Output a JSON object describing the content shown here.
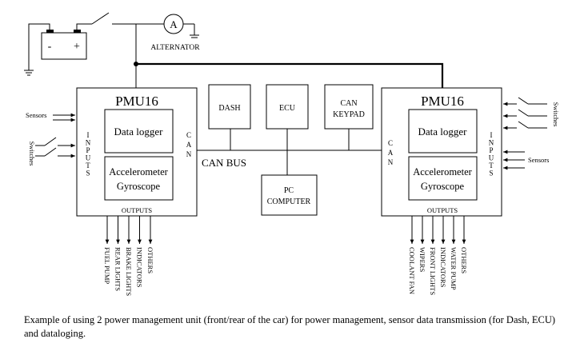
{
  "battery": {
    "minus": "-",
    "plus": "+"
  },
  "ammeter": {
    "symbol": "A"
  },
  "alternator_label": "ALTERNATOR",
  "pmu_left": {
    "title": "PMU16",
    "data_logger": "Data logger",
    "accel_line1": "Accelerometer",
    "accel_line2": "Gyroscope",
    "inputs_letters": [
      "I",
      "N",
      "P",
      "U",
      "T",
      "S"
    ],
    "can_letters": [
      "C",
      "A",
      "N"
    ],
    "outputs_label": "OUTPUTS",
    "sensors_label": "Sensors",
    "switches_label": "Switches",
    "outputs": [
      "FUEL PUMP",
      "REAR LIGHTS",
      "BRAKE LIGHTS",
      "INDICATORS",
      "OTHERS"
    ]
  },
  "pmu_right": {
    "title": "PMU16",
    "data_logger": "Data logger",
    "accel_line1": "Accelerometer",
    "accel_line2": "Gyroscope",
    "inputs_letters": [
      "I",
      "N",
      "P",
      "U",
      "T",
      "S"
    ],
    "can_letters": [
      "C",
      "A",
      "N"
    ],
    "outputs_label": "OUTPUTS",
    "sensors_label": "Sensors",
    "switches_label": "Switches",
    "outputs": [
      "COOLANT FAN",
      "WIPERS",
      "FRONT LIGHTS",
      "INDICATORS",
      "WATER PUMP",
      "OTHERS"
    ]
  },
  "dash_label": "DASH",
  "ecu_label": "ECU",
  "keypad_line1": "CAN",
  "keypad_line2": "KEYPAD",
  "can_bus_label": "CAN BUS",
  "pc_line1": "PC",
  "pc_line2": "COMPUTER",
  "caption": "Example of using 2 power management unit (front/rear of the car) for power management, sensor data transmission (for Dash, ECU) and dataloging."
}
